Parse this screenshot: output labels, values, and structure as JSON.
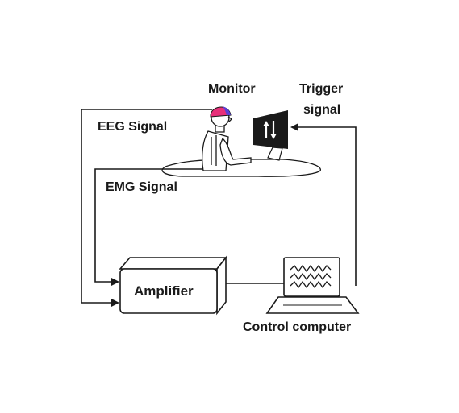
{
  "labels": {
    "monitor": "Monitor",
    "trigger_line1": "Trigger",
    "trigger_line2": "signal",
    "eeg": "EEG Signal",
    "emg": "EMG Signal",
    "amplifier": "Amplifier",
    "computer": "Control computer"
  },
  "icons": {
    "screen_symbol": "up-down-arrows-icon",
    "laptop_screen": "waveform-icon"
  },
  "colors": {
    "cap": "#e8307a",
    "cap_highlight": "#5a3fd6",
    "line": "#1a1a1a"
  }
}
